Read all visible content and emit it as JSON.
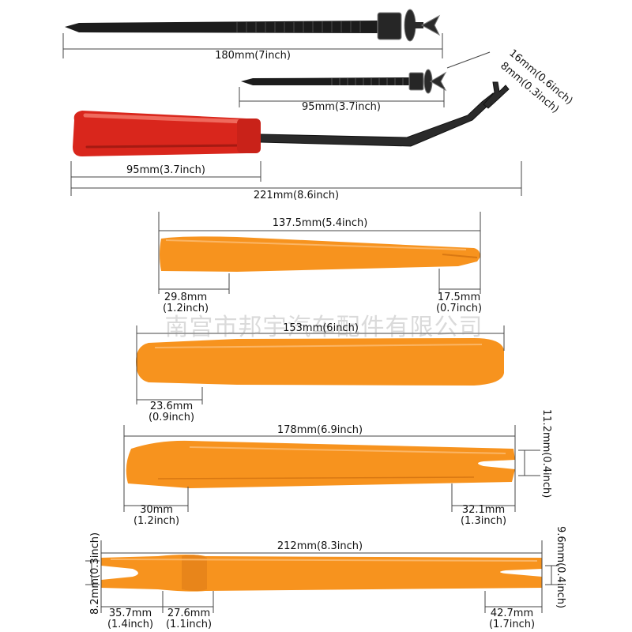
{
  "colors": {
    "tool_orange": "#f7931e",
    "handle_red": "#d9261c",
    "clip_black": "#1c1c1c",
    "dimension_line": "#444444"
  },
  "watermark": "南宫市邦宇汽车配件有限公司",
  "dimensions": {
    "tie_long": "180mm(7inch)",
    "tie_short": "95mm(3.7inch)",
    "clip_head_a": "16mm(0.6inch)",
    "clip_head_b": "8mm(0.3inch)",
    "driver_handle": "95mm(3.7inch)",
    "driver_total": "221mm(8.6inch)",
    "tool1_length": "137.5mm(5.4inch)",
    "tool1_left": [
      "29.8mm",
      "(1.2inch)"
    ],
    "tool1_right": [
      "17.5mm",
      "(0.7inch)"
    ],
    "tool2_length": "153mm(6inch)",
    "tool2_left": [
      "23.6mm",
      "(0.9inch)"
    ],
    "tool3_length": "178mm(6.9inch)",
    "tool3_height": "11.2mm(0.4inch)",
    "tool3_left": [
      "30mm",
      "(1.2inch)"
    ],
    "tool3_right": [
      "32.1mm",
      "(1.3inch)"
    ],
    "tool4_length": "212mm(8.3inch)",
    "tool4_left_height": "8.2mm(0.3inch)",
    "tool4_right_height": "9.6mm(0.4inch)",
    "tool4_left_a": [
      "35.7mm",
      "(1.4inch)"
    ],
    "tool4_left_b": [
      "27.6mm",
      "(1.1inch)"
    ],
    "tool4_right": [
      "42.7mm",
      "(1.7inch)"
    ]
  }
}
